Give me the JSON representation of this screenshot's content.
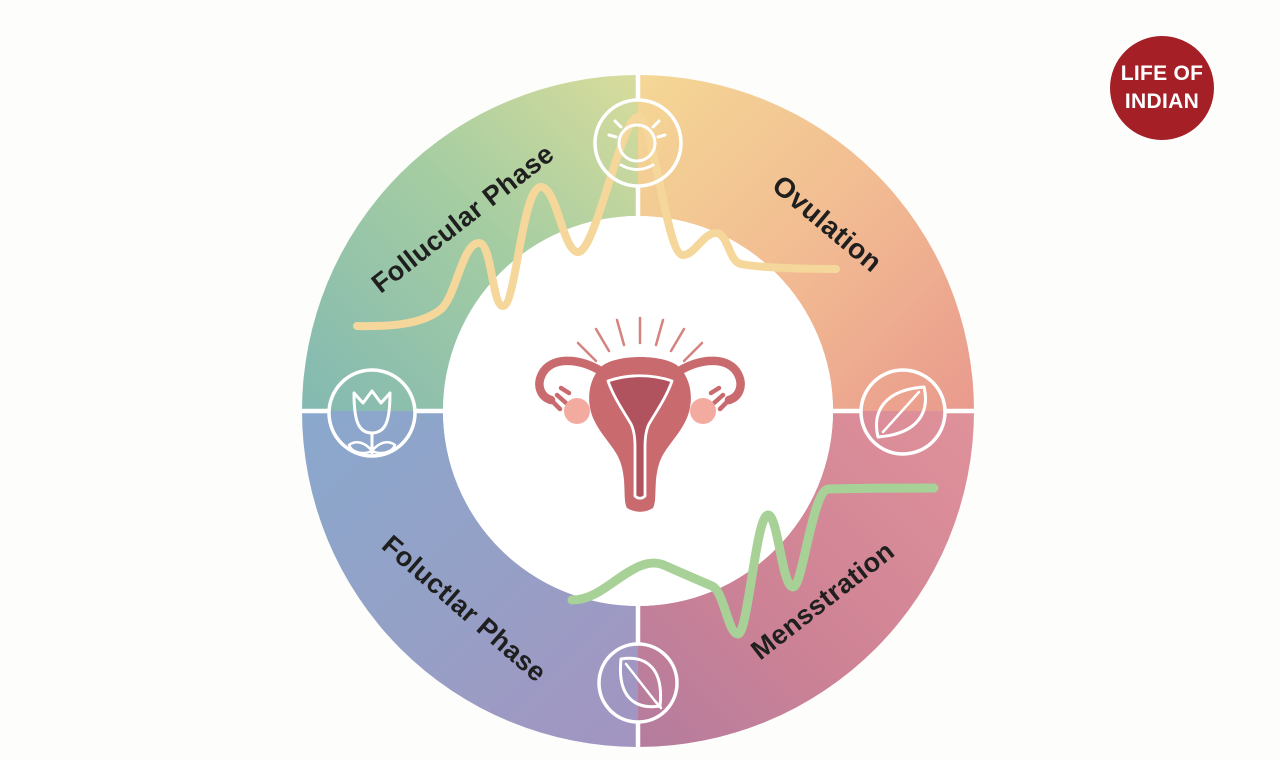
{
  "badge": {
    "line1": "LIFE OF",
    "line2": "INDIAN",
    "background_color": "#a42026",
    "text_color": "#ffffff"
  },
  "wheel": {
    "divider_color": "#ffffff",
    "inner_circle_color": "#ffffff",
    "label_color": "#1f1f1f",
    "phases": [
      {
        "label": "Follucular Phase",
        "position": "top-left",
        "gradient": [
          "#83b9b2",
          "#a5cda2",
          "#d8dc9b"
        ]
      },
      {
        "label": "Ovulation",
        "position": "top-right",
        "gradient": [
          "#f4d795",
          "#f2bc92",
          "#e99a8d"
        ]
      },
      {
        "label": "Mensstration",
        "position": "bottom-right",
        "gradient": [
          "#e0929a",
          "#cd8295",
          "#b47c9e"
        ]
      },
      {
        "label": "Foluctlar Phase",
        "position": "bottom-left",
        "gradient": [
          "#a394c1",
          "#95a0c6",
          "#8aa8cd"
        ]
      }
    ],
    "icons": [
      {
        "name": "light-icon",
        "position": "top",
        "color": "#ffffff"
      },
      {
        "name": "leaf-icon",
        "position": "right",
        "color": "#ffffff"
      },
      {
        "name": "leaf-icon",
        "position": "bottom",
        "color": "#ffffff"
      },
      {
        "name": "tulip-icon",
        "position": "left",
        "color": "#ffffff"
      }
    ],
    "curves": [
      {
        "name": "hormone-curve-top",
        "color": "#f6d79b"
      },
      {
        "name": "hormone-curve-bottom",
        "color": "#a8d198"
      }
    ],
    "center_illustration": {
      "name": "uterus",
      "body_color": "#c96a6e",
      "cavity_color": "#b0535e",
      "ovary_color": "#f4ab9f",
      "ray_color": "#d5837e",
      "outline_color": "#ffffff"
    }
  }
}
